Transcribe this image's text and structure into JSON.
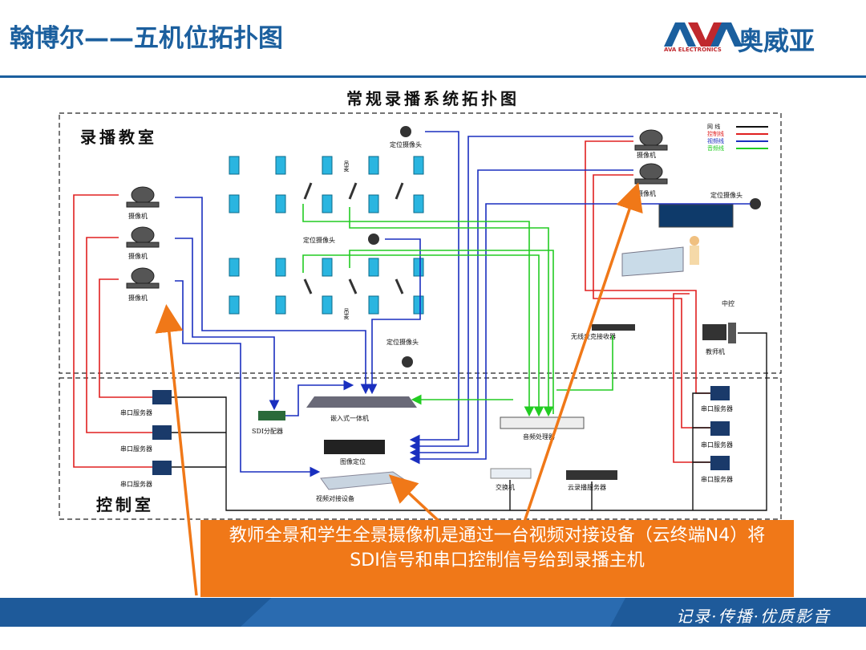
{
  "header": {
    "title": "翰博尔——五机位拓扑图",
    "logo_cn": "奥威亚",
    "logo_en": "AVA ELECTRONICS"
  },
  "diagram": {
    "title": "常规录播系统拓扑图",
    "zones": {
      "classroom": "录播教室",
      "control_room": "控制室"
    },
    "legend": [
      {
        "label": "网 线",
        "color": "#111111"
      },
      {
        "label": "控制线",
        "color": "#e02020"
      },
      {
        "label": "视频线",
        "color": "#1a2fbf"
      },
      {
        "label": "音频线",
        "color": "#22cc22"
      }
    ],
    "labels": {
      "locating_camera": "定位摄像头",
      "camera": "摄像机",
      "hanging_mic": "吊麦",
      "central_control": "中控",
      "teacher_pc": "教师机",
      "wireless_mic": "无线麦克接收器",
      "serial_server": "串口服务器",
      "sdi_splitter": "SDI分配器",
      "embedded_unit": "嵌入式一体机",
      "image_locator": "图像定位",
      "video_docking": "视频对接设备",
      "audio_processor": "音频处理器",
      "switch": "交换机",
      "cloud_server": "云录播服务器"
    }
  },
  "callout": {
    "text": "教师全景和学生全景摄像机是通过一台视频对接设备（云终端N4）将SDI信号和串口控制信号给到录播主机"
  },
  "footer": {
    "slogan": "记录·传播·优质影音"
  },
  "colors": {
    "brand_blue": "#1b5f9e",
    "callout_orange": "#f07818",
    "arrow_orange": "#f07818"
  }
}
